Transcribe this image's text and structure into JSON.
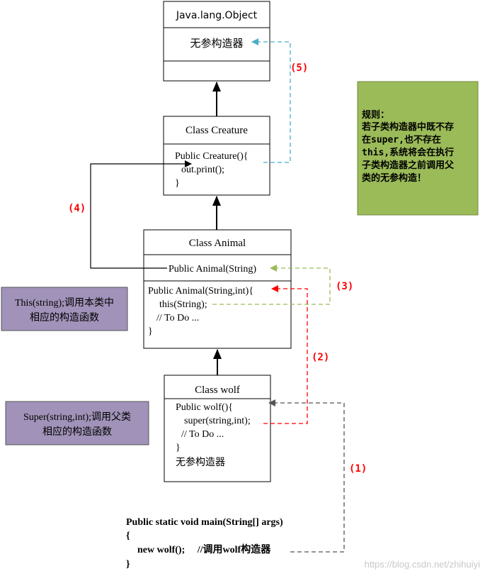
{
  "classes": {
    "object": {
      "title": "Java.lang.Object",
      "members": [
        "无参构造器"
      ]
    },
    "creature": {
      "title": "Class Creature",
      "members": [
        "Public Creature(){",
        "out.print();",
        "}"
      ]
    },
    "animal": {
      "title": "Class Animal",
      "ctor1": "Public Animal(String)",
      "members": [
        "Public Animal(String,int){",
        "this(String);",
        "// To Do ...",
        "}"
      ]
    },
    "wolf": {
      "title": "Class wolf",
      "members": [
        "Public wolf(){",
        "super(string,int);",
        "// To Do ...",
        "}",
        "无参构造器"
      ]
    }
  },
  "labels": {
    "step1": "(1)",
    "step2": "(2)",
    "step3": "(3)",
    "step4": "(4)",
    "step5": "(5)"
  },
  "notes": {
    "rule": [
      "规则：",
      "若子类构造器中既不存",
      "在super,也不存在",
      "this,系统将会在执行",
      "子类构造器之前调用父",
      "类的无参构造！"
    ],
    "this_note": [
      "This(string);调用本类中",
      "相应的构造函数"
    ],
    "super_note": [
      "Super(string,int);调用父类",
      "相应的构造函数"
    ]
  },
  "main_code": [
    "Public static void main(String[] args)",
    "{",
    "new wolf();     //调用wolf构造器",
    "}"
  ],
  "watermark": "https://blog.csdn.net/zhihuiyi",
  "colors": {
    "line": "#000000",
    "step1": "#555555",
    "step2": "#ff0000",
    "step3": "#9bbb59",
    "step4": "#000000",
    "step5": "#4bacc6",
    "label": "#ff0000",
    "rule_fill": "#9bbb59",
    "purple_fill": "#a092b8"
  }
}
